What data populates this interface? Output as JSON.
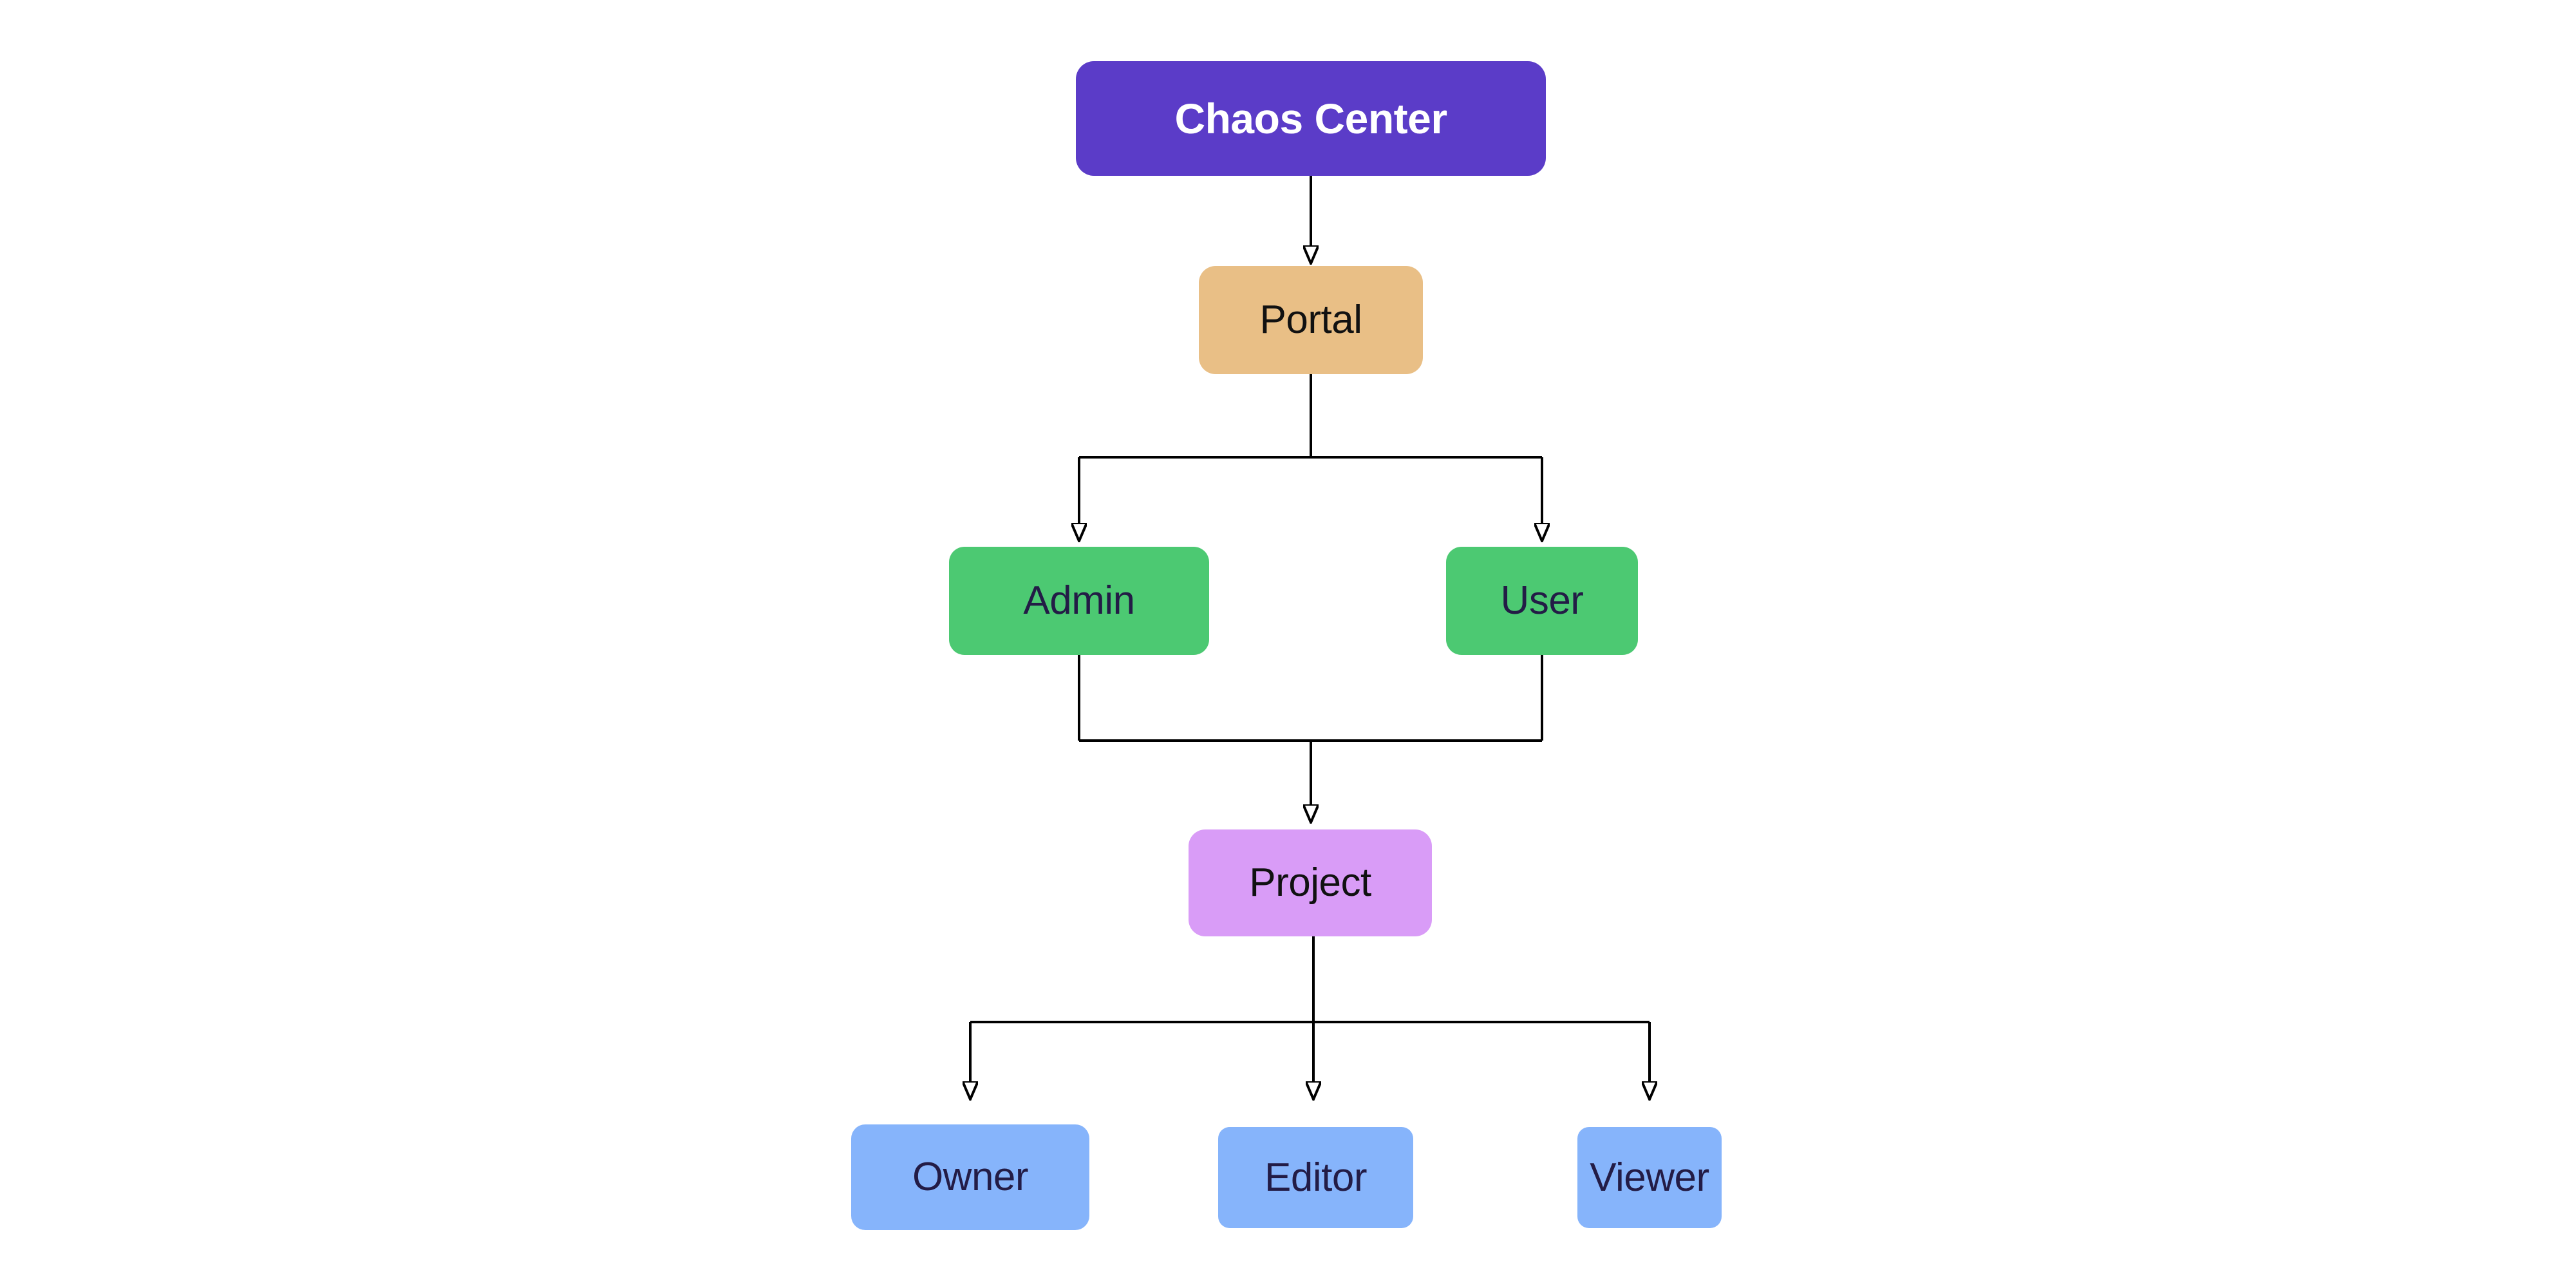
{
  "diagram": {
    "type": "hierarchy-flowchart",
    "background": "#FFFFFF",
    "line_color": "#000000",
    "nodes": {
      "chaos_center": {
        "label": "Chaos Center",
        "color": "#5B3CC8",
        "text_color": "#FFFFFF"
      },
      "portal": {
        "label": "Portal",
        "color": "#E9BF86",
        "text_color": "#111111"
      },
      "admin": {
        "label": "Admin",
        "color": "#4CC972",
        "text_color": "#231C46"
      },
      "user": {
        "label": "User",
        "color": "#4CC972",
        "text_color": "#231C46"
      },
      "project": {
        "label": "Project",
        "color": "#D99CF7",
        "text_color": "#111111"
      },
      "owner": {
        "label": "Owner",
        "color": "#86B4FB",
        "text_color": "#231C46"
      },
      "editor": {
        "label": "Editor",
        "color": "#86B4FB",
        "text_color": "#231C46"
      },
      "viewer": {
        "label": "Viewer",
        "color": "#86B4FB",
        "text_color": "#231C46"
      }
    },
    "edges": [
      {
        "from": "chaos_center",
        "to": "portal"
      },
      {
        "from": "portal",
        "to": "admin"
      },
      {
        "from": "portal",
        "to": "user"
      },
      {
        "from": "admin",
        "to": "project"
      },
      {
        "from": "user",
        "to": "project"
      },
      {
        "from": "project",
        "to": "owner"
      },
      {
        "from": "project",
        "to": "editor"
      },
      {
        "from": "project",
        "to": "viewer"
      }
    ]
  }
}
